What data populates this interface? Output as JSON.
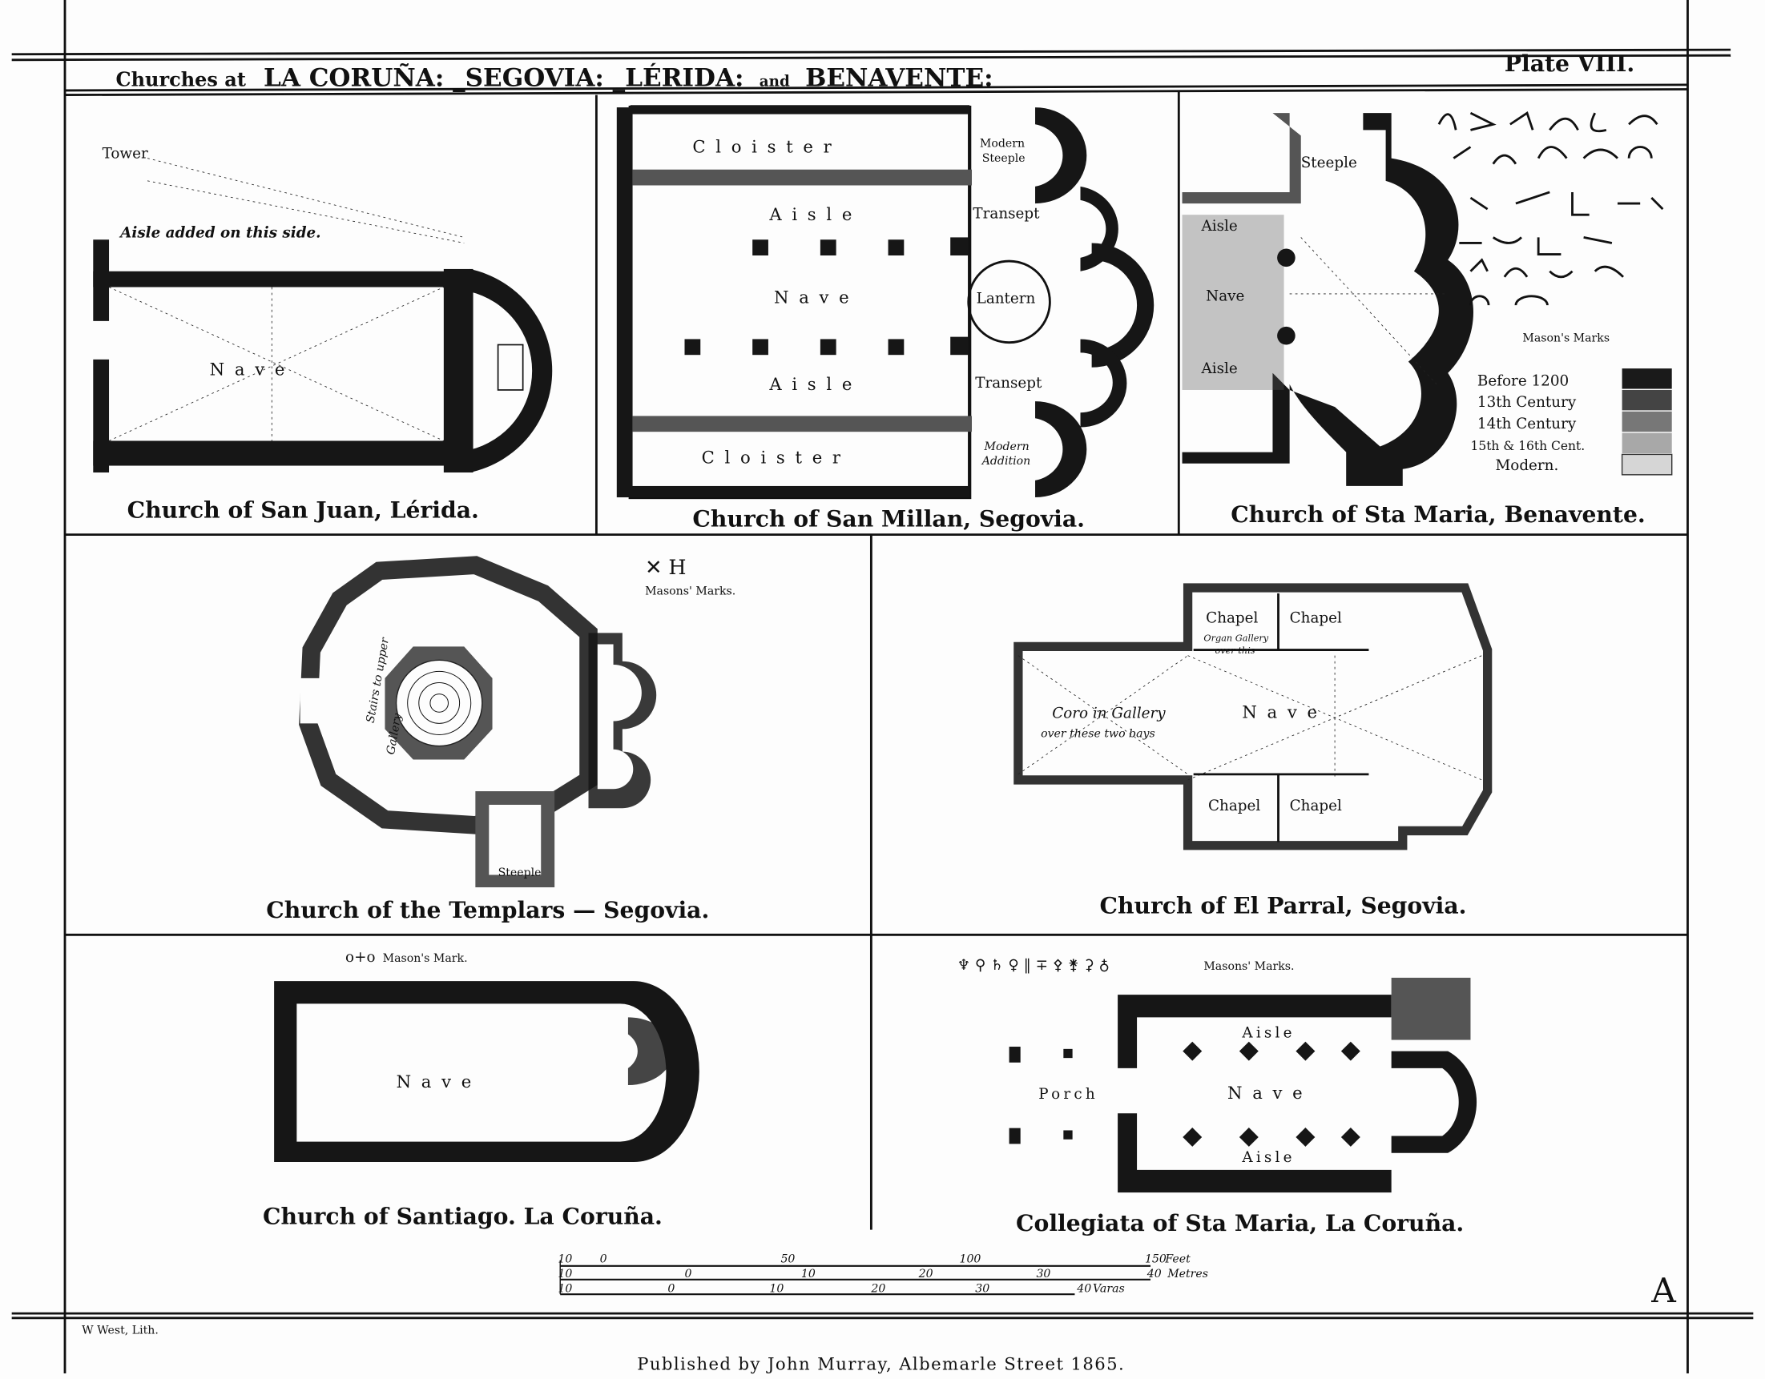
{
  "plate": {
    "title_part1": "Churches at",
    "title_part2": "LA CORUÑA: _SEGOVIA: _LÉRIDA:",
    "title_and": "and",
    "title_part3": "BENAVENTE:",
    "plate_number": "Plate VIII.",
    "lithographer": "W West, Lith.",
    "publisher": "Published by John Murray, Albemarle Street 1865.",
    "monogram": "A"
  },
  "panels": {
    "san_juan": {
      "caption": "Church of San Juan, Lérida.",
      "tower": "Tower",
      "aisle_note": "Aisle added on this side.",
      "nave": "Nave"
    },
    "san_millan": {
      "caption": "Church of San Millan, Segovia.",
      "cloister_top": "Cloister",
      "modern_steeple_1": "Modern",
      "modern_steeple_2": "Steeple",
      "aisle_top": "Aisle",
      "transept_top": "Transept",
      "nave": "Nave",
      "lantern": "Lantern",
      "aisle_bottom": "Aisle",
      "transept_bottom": "Transept",
      "cloister_bottom": "Cloister",
      "modern_addition_1": "Modern",
      "modern_addition_2": "Addition"
    },
    "benavente": {
      "caption": "Church of Sta Maria, Benavente.",
      "steeple": "Steeple",
      "aisle_top": "Aisle",
      "nave": "Nave",
      "aisle_bottom": "Aisle",
      "masons_marks": "Mason's Marks",
      "legend": [
        {
          "label": "Before 1200",
          "color": "#1a1a1a"
        },
        {
          "label": "13th Century",
          "color": "#444444"
        },
        {
          "label": "14th Century",
          "color": "#777777"
        },
        {
          "label": "15th & 16th Cent.",
          "color": "#a8a8a8"
        },
        {
          "label": "Modern.",
          "color": "#d6d6d6"
        }
      ]
    },
    "templars": {
      "caption": "Church of the Templars — Segovia.",
      "masons_marks": "Masons' Marks.",
      "marks_glyphs": "✕ H",
      "stairs": "Stairs to upper",
      "gallery": "Gallery",
      "steeple": "Steeple"
    },
    "el_parral": {
      "caption": "Church of El Parral, Segovia.",
      "chapel_1": "Chapel",
      "chapel_2": "Chapel",
      "organ_1": "Organ Gallery",
      "organ_2": "over this",
      "coro_1": "Coro in Gallery",
      "coro_2": "over these two bays",
      "nave": "Nave",
      "chapel_3": "Chapel",
      "chapel_4": "Chapel"
    },
    "santiago": {
      "caption": "Church of Santiago. La Coruña.",
      "mark_glyph": "o+o",
      "masons_mark": "Mason's Mark.",
      "nave": "Nave"
    },
    "collegiata": {
      "caption": "Collegiata of Sta Maria, La Coruña.",
      "marks_glyphs": "♆ ⚲ ♄ ♀ ‖ ∓ ⚴ ⚵ ⚳ ♁",
      "masons_marks": "Masons' Marks.",
      "aisle_top": "Aisle",
      "porch": "Porch",
      "nave": "Nave",
      "aisle_bottom": "Aisle"
    }
  },
  "scale": {
    "feet": {
      "ticks": [
        "10",
        "0",
        "50",
        "100",
        "150"
      ],
      "unit": "Feet"
    },
    "metres": {
      "ticks": [
        "10",
        "0",
        "10",
        "20",
        "30",
        "40"
      ],
      "unit": "Metres"
    },
    "varas": {
      "ticks": [
        "10",
        "0",
        "10",
        "20",
        "30",
        "40"
      ],
      "unit": "Varas"
    }
  }
}
